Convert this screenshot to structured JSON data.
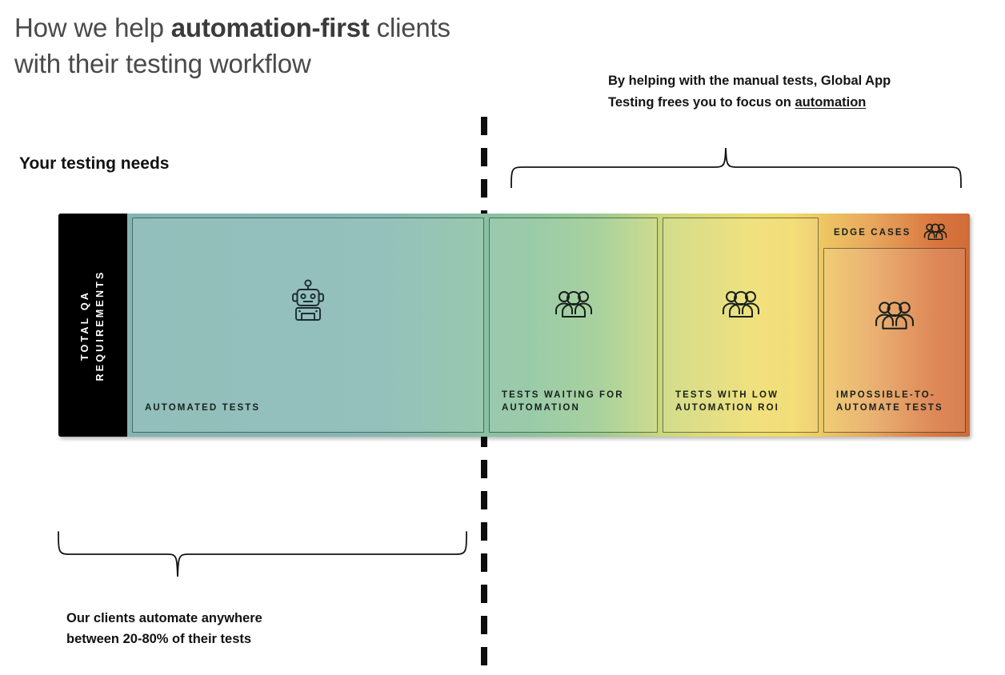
{
  "headline": {
    "line1_pre": "How we help ",
    "line1_strong": "automation-first",
    "line1_post": " clients",
    "line2": "with their testing workflow"
  },
  "right_caption": {
    "line1": "By helping with the manual tests, Global App",
    "line2_pre": "Testing frees you to focus on ",
    "line2_link": "automation"
  },
  "subheading": "Your testing needs",
  "bottom_caption": {
    "line1": "Our clients automate anywhere",
    "line2": "between 20-80% of their tests"
  },
  "band": {
    "axis_label_line1": "TOTAL QA",
    "axis_label_line2": "REQUIREMENTS",
    "edge_cases_label": "EDGE CASES",
    "edge_cases_icon": "people-group-icon",
    "panels": [
      {
        "label": "AUTOMATED TESTS",
        "icon": "robot-icon",
        "color": "#83b5b0"
      },
      {
        "label_line1": "TESTS WAITING FOR",
        "label_line2": "AUTOMATION",
        "icon": "people-group-icon",
        "color": "#8fcb9b"
      },
      {
        "label_line1": "TESTS WITH LOW",
        "label_line2": "AUTOMATION ROI",
        "icon": "people-group-icon",
        "color": "#f0dd6a"
      },
      {
        "label_line1": "IMPOSSIBLE-TO-",
        "label_line2": "AUTOMATE TESTS",
        "icon": "people-group-icon",
        "color": "#d9733f"
      }
    ]
  },
  "colors": {
    "band_start": "#83b5b0",
    "band_green": "#8fcb9b",
    "band_yellow": "#f0dd6a",
    "band_end": "#d9733f",
    "axis_block": "#000000",
    "headline_text": "#4a4a4a",
    "body_text": "#111111"
  }
}
